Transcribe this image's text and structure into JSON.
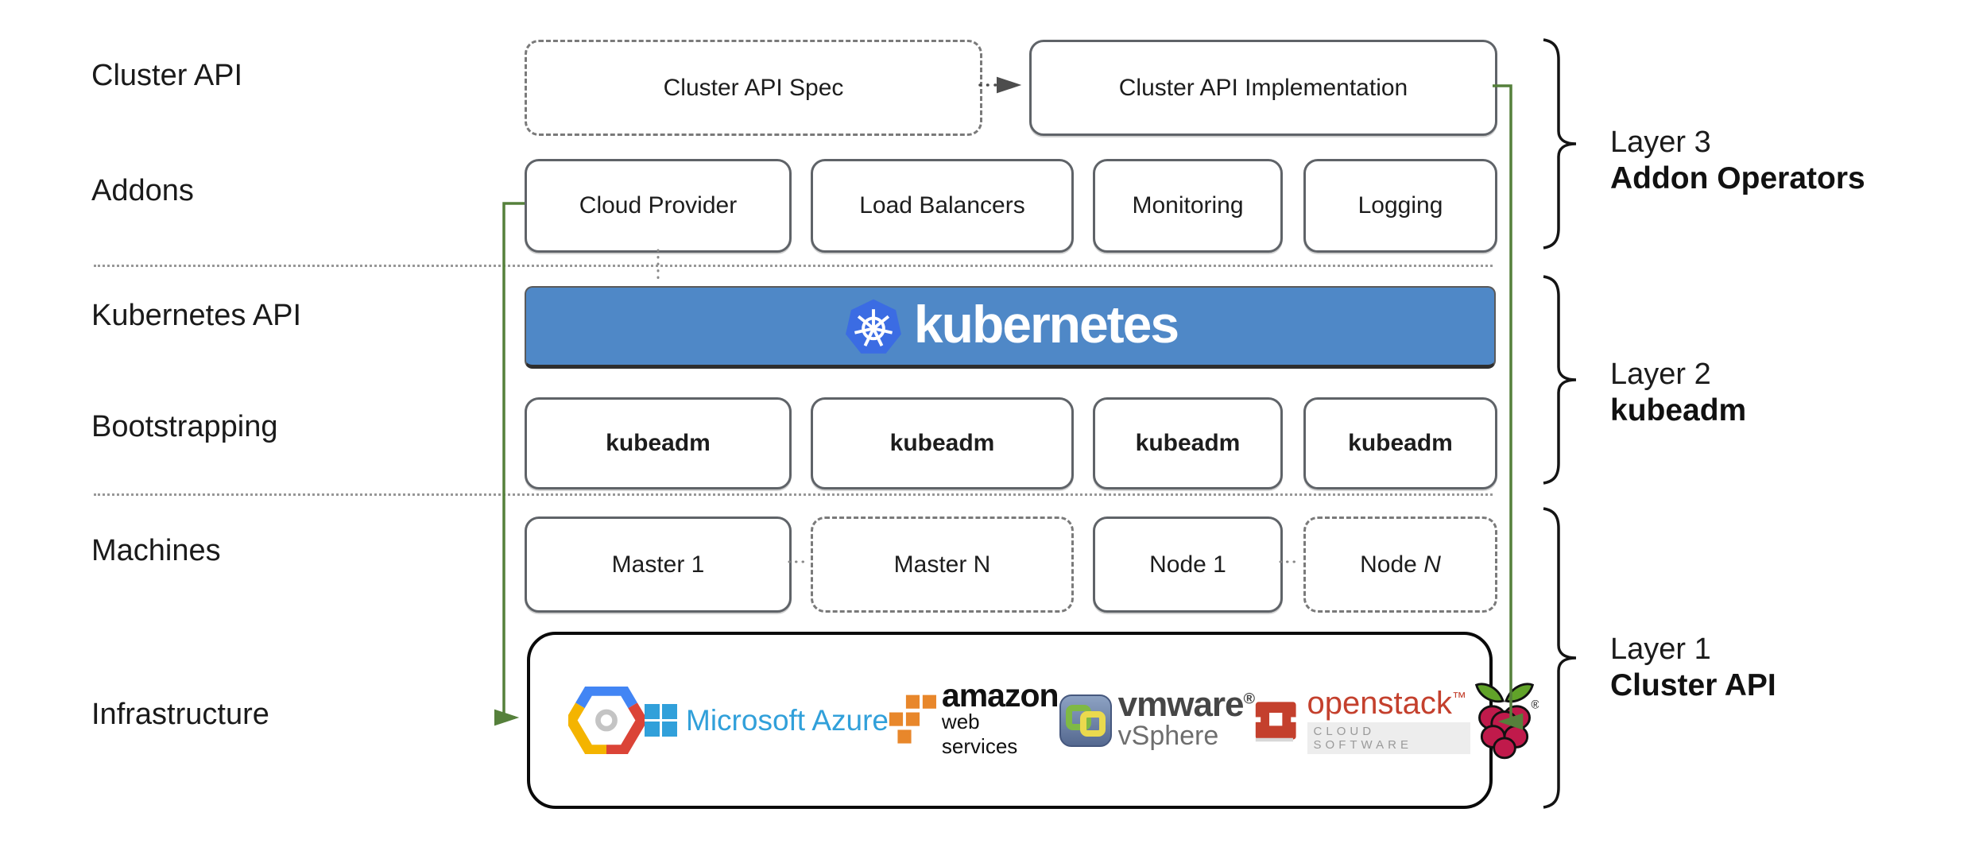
{
  "title": "Cluster API layered architecture diagram",
  "row_labels": [
    "Cluster API",
    "Addons",
    "Kubernetes API",
    "Bootstrapping",
    "Machines",
    "Infrastructure"
  ],
  "top_row": {
    "spec": "Cluster API Spec",
    "impl": "Cluster API Implementation"
  },
  "addons": [
    "Cloud Provider",
    "Load Balancers",
    "Monitoring",
    "Logging"
  ],
  "kubernetes_banner": {
    "wordmark": "kubernetes"
  },
  "bootstrapping": [
    "kubeadm",
    "kubeadm",
    "kubeadm",
    "kubeadm"
  ],
  "machines": [
    {
      "label": "Master 1",
      "n": ""
    },
    {
      "label": "Master N",
      "n": ""
    },
    {
      "label": "Node 1",
      "n": ""
    },
    {
      "label": "Node",
      "n": "N"
    }
  ],
  "infrastructure": {
    "providers": [
      {
        "name": "google-cloud"
      },
      {
        "name": "microsoft-azure",
        "text": "Microsoft Azure"
      },
      {
        "name": "amazon-web-services",
        "line1": "amazon",
        "line2": "web services"
      },
      {
        "name": "vmware-vsphere",
        "line1": "vmware",
        "reg": "®",
        "line2": "vSphere"
      },
      {
        "name": "openstack",
        "line1": "openstack",
        "tm": "™",
        "line2": "CLOUD SOFTWARE"
      },
      {
        "name": "raspberry-pi",
        "reg": "®"
      }
    ]
  },
  "layers": [
    {
      "line1": "Layer 3",
      "line2": "Addon Operators"
    },
    {
      "line1": "Layer 2",
      "line2": "kubeadm"
    },
    {
      "line1": "Layer 1",
      "line2": "Cluster API"
    }
  ],
  "colors": {
    "banner_bg": "#4F88C7",
    "k8s_logo_blue": "#3B6CE3",
    "connector_green": "#55803B",
    "solid_box_border": "#5f6368",
    "dashed_box_border": "#7a7a7a",
    "text": "#1c1c1c",
    "azure_blue": "#31A0DA",
    "aws_orange": "#E8872B",
    "openstack_red": "#C4402D",
    "gcp_blue": "#4285F4",
    "gcp_red": "#DB4437",
    "gcp_yellow": "#F4B400",
    "vmware_green": "#7FB944",
    "vmware_yellow": "#EAD94E",
    "rpi_green": "#61A329",
    "rpi_crimson": "#C01A4B"
  }
}
